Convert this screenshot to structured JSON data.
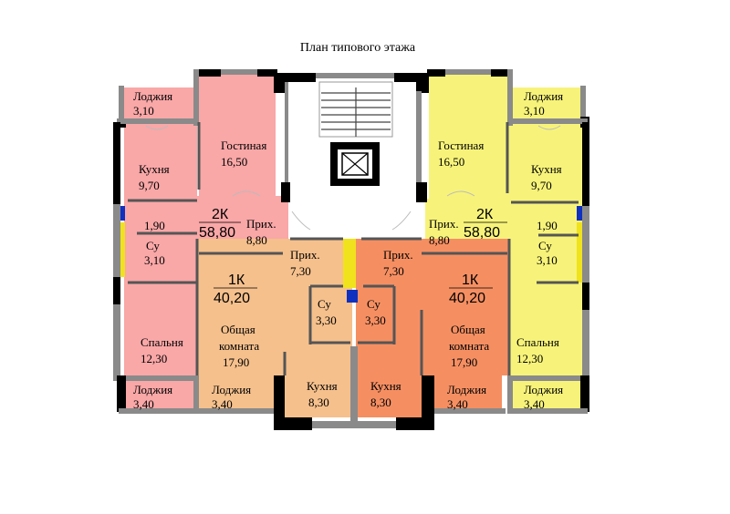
{
  "title": "План типового этажа",
  "colors": {
    "two_room": "#f9a7a7",
    "two_room_right": "#f7f37a",
    "one_room_left": "#f5c08c",
    "one_room_right": "#f58f62",
    "core": "#ffffff",
    "stair": "#f5c08c",
    "elevator_yellow": "#f0e21c",
    "elevator_blue": "#1030c0"
  },
  "apartments": {
    "left_2k": {
      "label": "2К",
      "area": "58,80"
    },
    "right_2k": {
      "label": "2К",
      "area": "58,80"
    },
    "left_1k": {
      "label": "1К",
      "area": "40,20"
    },
    "right_1k": {
      "label": "1К",
      "area": "40,20"
    }
  },
  "rooms": {
    "l_loggia_top": {
      "name": "Лоджия",
      "area": "3,10"
    },
    "l_living": {
      "name": "Гостиная",
      "area": "16,50"
    },
    "l_kitchen": {
      "name": "Кухня",
      "area": "9,70"
    },
    "l_wc_small": {
      "area": "1,90"
    },
    "l_bath": {
      "name": "Су",
      "area": "3,10"
    },
    "l_hall": {
      "name": "Прих.",
      "area": "8,80"
    },
    "l_bedroom": {
      "name": "Спальня",
      "area": "12,30"
    },
    "l_loggia_bot": {
      "name": "Лоджия",
      "area": "3,40"
    },
    "r_loggia_top": {
      "name": "Лоджия",
      "area": "3,10"
    },
    "r_living": {
      "name": "Гостиная",
      "area": "16,50"
    },
    "r_kitchen": {
      "name": "Кухня",
      "area": "9,70"
    },
    "r_wc_small": {
      "area": "1,90"
    },
    "r_bath": {
      "name": "Су",
      "area": "3,10"
    },
    "r_hall": {
      "name": "Прих.",
      "area": "8,80"
    },
    "r_bedroom": {
      "name": "Спальня",
      "area": "12,30"
    },
    "r_loggia_bot": {
      "name": "Лоджия",
      "area": "3,40"
    },
    "c1_hall": {
      "name": "Прих.",
      "area": "7,30"
    },
    "c1_bath": {
      "name": "Су",
      "area": "3,30"
    },
    "c1_common": {
      "name1": "Общая",
      "name2": "комната",
      "area": "17,90"
    },
    "c1_kitchen": {
      "name": "Кухня",
      "area": "8,30"
    },
    "c1_loggia": {
      "name": "Лоджия",
      "area": "3,40"
    },
    "c2_hall": {
      "name": "Прих.",
      "area": "7,30"
    },
    "c2_bath": {
      "name": "Су",
      "area": "3,30"
    },
    "c2_common": {
      "name1": "Общая",
      "name2": "комната",
      "area": "17,90"
    },
    "c2_kitchen": {
      "name": "Кухня",
      "area": "8,30"
    },
    "c2_loggia": {
      "name": "Лоджия",
      "area": "3,40"
    }
  }
}
